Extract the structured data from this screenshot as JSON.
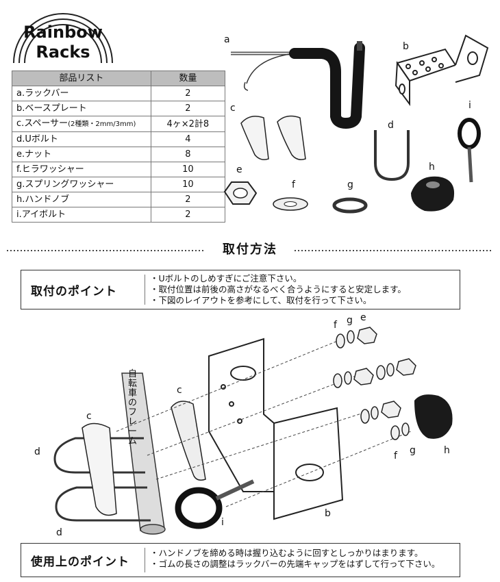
{
  "logo": {
    "line1": "Rainbow",
    "line2": "Racks"
  },
  "parts_table": {
    "header": {
      "name": "部品リスト",
      "qty": "数量"
    },
    "rows": [
      {
        "name": "a.ラックバー",
        "qty": "2"
      },
      {
        "name": "b.ベースプレート",
        "qty": "2"
      },
      {
        "name": "c.スペーサー",
        "note": "(2種類・2mm/3mm)",
        "qty": "4ヶ×2計8"
      },
      {
        "name": "d.Uボルト",
        "qty": "4"
      },
      {
        "name": "e.ナット",
        "qty": "8"
      },
      {
        "name": "f.ヒラワッシャー",
        "qty": "10"
      },
      {
        "name": "g.スプリングワッシャー",
        "qty": "10"
      },
      {
        "name": "h.ハンドノブ",
        "qty": "2"
      },
      {
        "name": "i.アイボルト",
        "qty": "2"
      }
    ]
  },
  "part_labels": {
    "a": "a",
    "b": "b",
    "c": "c",
    "d": "d",
    "e": "e",
    "f": "f",
    "g": "g",
    "h": "h",
    "i": "i"
  },
  "section_title": "取付方法",
  "install_points": {
    "title": "取付のポイント",
    "lines": [
      "・Uボルトのしめすぎにご注意下さい。",
      "・取付位置は前後の高さがなるべく合うようにすると安定します。",
      "・下図のレイアウトを参考にして、取付を行って下さい。"
    ]
  },
  "assembly_labels": {
    "frame": "自転車のフレーム",
    "f": "f",
    "g": "g",
    "e": "e",
    "h": "h",
    "b": "b",
    "c": "c",
    "d": "d",
    "i": "i"
  },
  "usage_points": {
    "title": "使用上のポイント",
    "lines": [
      "・ハンドノブを締める時は握り込むように回すとしっかりはまります。",
      "・ゴムの長さの調整はラックバーの先端キャップをはずして行って下さい。"
    ]
  }
}
